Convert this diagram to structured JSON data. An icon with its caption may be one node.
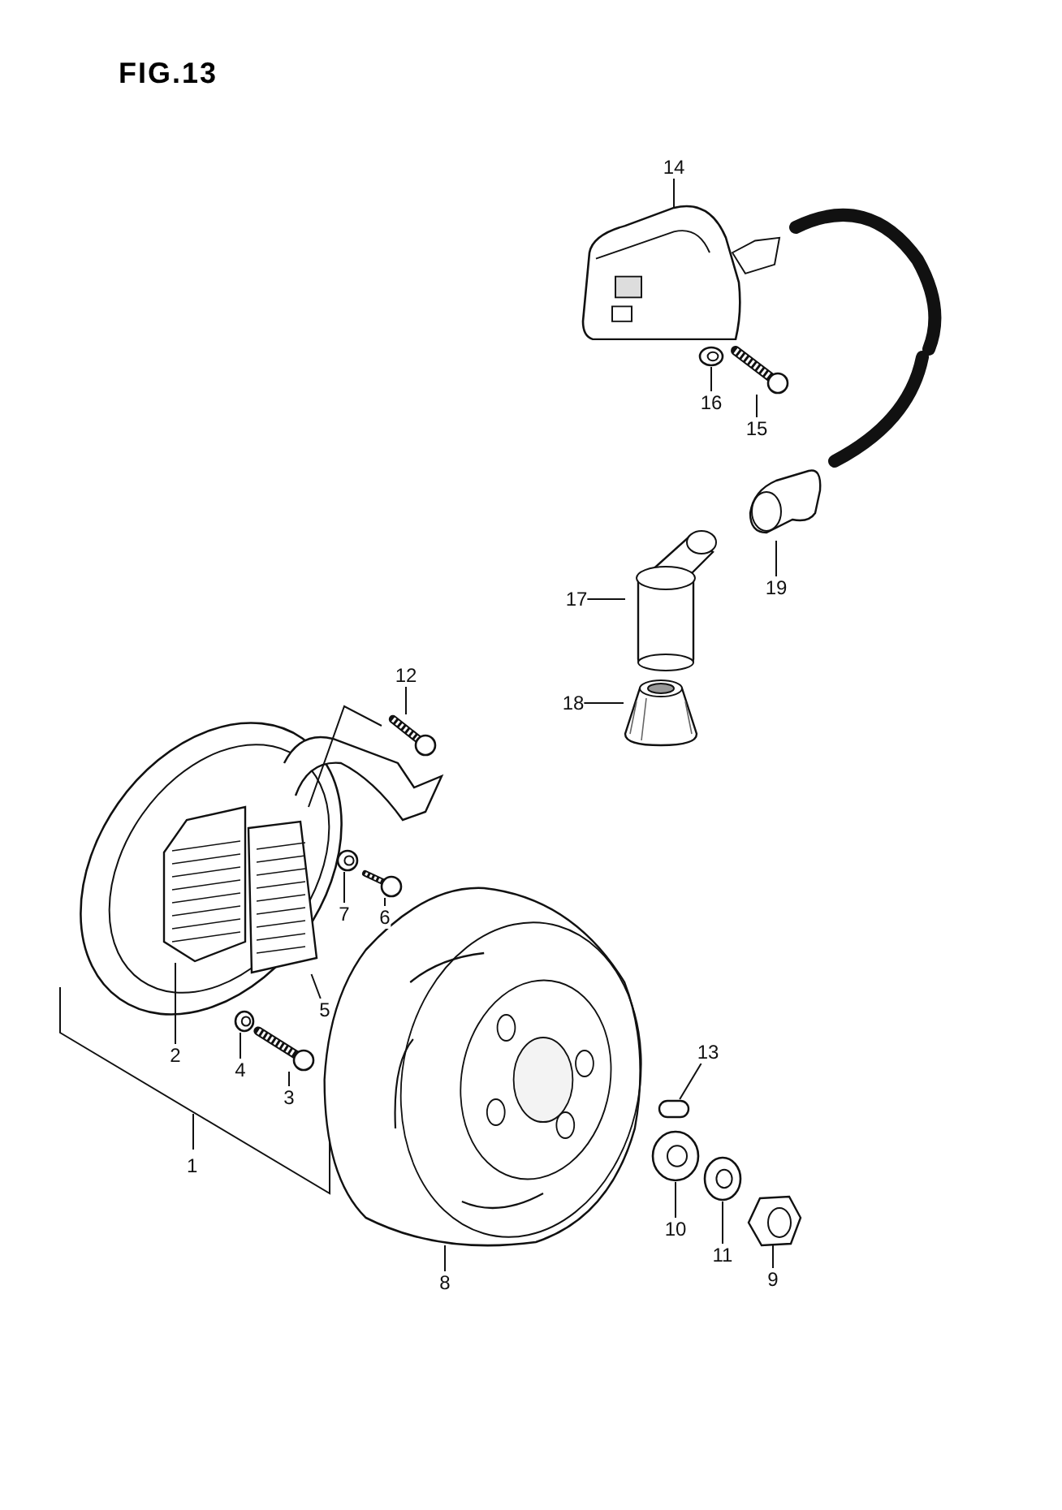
{
  "diagram": {
    "title": "FIG.13",
    "nodes": [
      {
        "text": [
          "14"
        ]
      },
      {
        "text": [
          "16"
        ]
      },
      {
        "text": [
          "15"
        ]
      },
      {
        "text": [
          "17"
        ]
      },
      {
        "text": [
          "19"
        ]
      },
      {
        "text": [
          "18"
        ]
      },
      {
        "text": [
          "12"
        ]
      },
      {
        "text": [
          "7"
        ]
      },
      {
        "text": [
          "6"
        ]
      },
      {
        "text": [
          "5"
        ]
      },
      {
        "text": [
          "2"
        ]
      },
      {
        "text": [
          "4"
        ]
      },
      {
        "text": [
          "3"
        ]
      },
      {
        "text": [
          "13"
        ]
      },
      {
        "text": [
          "10"
        ]
      },
      {
        "text": [
          "11"
        ]
      },
      {
        "text": [
          "9"
        ]
      },
      {
        "text": [
          "8"
        ]
      },
      {
        "text": [],
        "shape": "picture"
      },
      {
        "text": [],
        "shape": "picture"
      },
      {
        "text": [],
        "shape": "picture"
      },
      {
        "text": [],
        "shape": "picture"
      },
      {
        "text": [],
        "shape": "picture"
      },
      {
        "text": [],
        "shape": "picture"
      },
      {
        "text": [],
        "shape": "picture"
      },
      {
        "text": [],
        "shape": "picture"
      },
      {
        "text": [],
        "shape": "picture"
      },
      {
        "text": [],
        "shape": "picture"
      },
      {
        "text": [],
        "shape": "picture"
      },
      {
        "text": [],
        "shape": "box"
      },
      {
        "text": [],
        "shape": "picture"
      },
      {
        "text": [],
        "shape": "picture"
      },
      {
        "text": [],
        "shape": "picture"
      },
      {
        "text": [],
        "shape": "picture"
      },
      {
        "text": [],
        "shape": "picture"
      },
      {
        "text": [],
        "shape": "picture"
      }
    ],
    "edges": [
      {
        "from": 0,
        "to": 18,
        "arrow": "none"
      },
      {
        "from": 1,
        "to": 19,
        "arrow": "none"
      },
      {
        "from": 2,
        "to": 20,
        "arrow": "none"
      },
      {
        "from": 3,
        "to": 21,
        "arrow": "none"
      },
      {
        "from": 4,
        "to": 22,
        "arrow": "none"
      },
      {
        "from": 5,
        "to": 23,
        "arrow": "none"
      },
      {
        "from": 6,
        "to": 24,
        "arrow": "none"
      },
      {
        "from": 7,
        "to": 25,
        "arrow": "none"
      },
      {
        "from": 8,
        "to": 26,
        "arrow": "none"
      },
      {
        "from": 9,
        "to": 35,
        "arrow": "none"
      },
      {
        "from": 10,
        "to": 34,
        "arrow": "none"
      },
      {
        "from": 11,
        "to": 27,
        "arrow": "none"
      },
      {
        "from": 12,
        "to": 28,
        "arrow": "none"
      },
      {
        "from": 13,
        "to": 29,
        "arrow": "none"
      },
      {
        "from": 14,
        "to": 30,
        "arrow": "none"
      },
      {
        "from": 15,
        "to": 31,
        "arrow": "none"
      },
      {
        "from": 16,
        "to": 32,
        "arrow": "none"
      },
      {
        "from": 17,
        "to": 33,
        "arrow": "none"
      }
    ],
    "labels": [
      "1"
    ]
  }
}
